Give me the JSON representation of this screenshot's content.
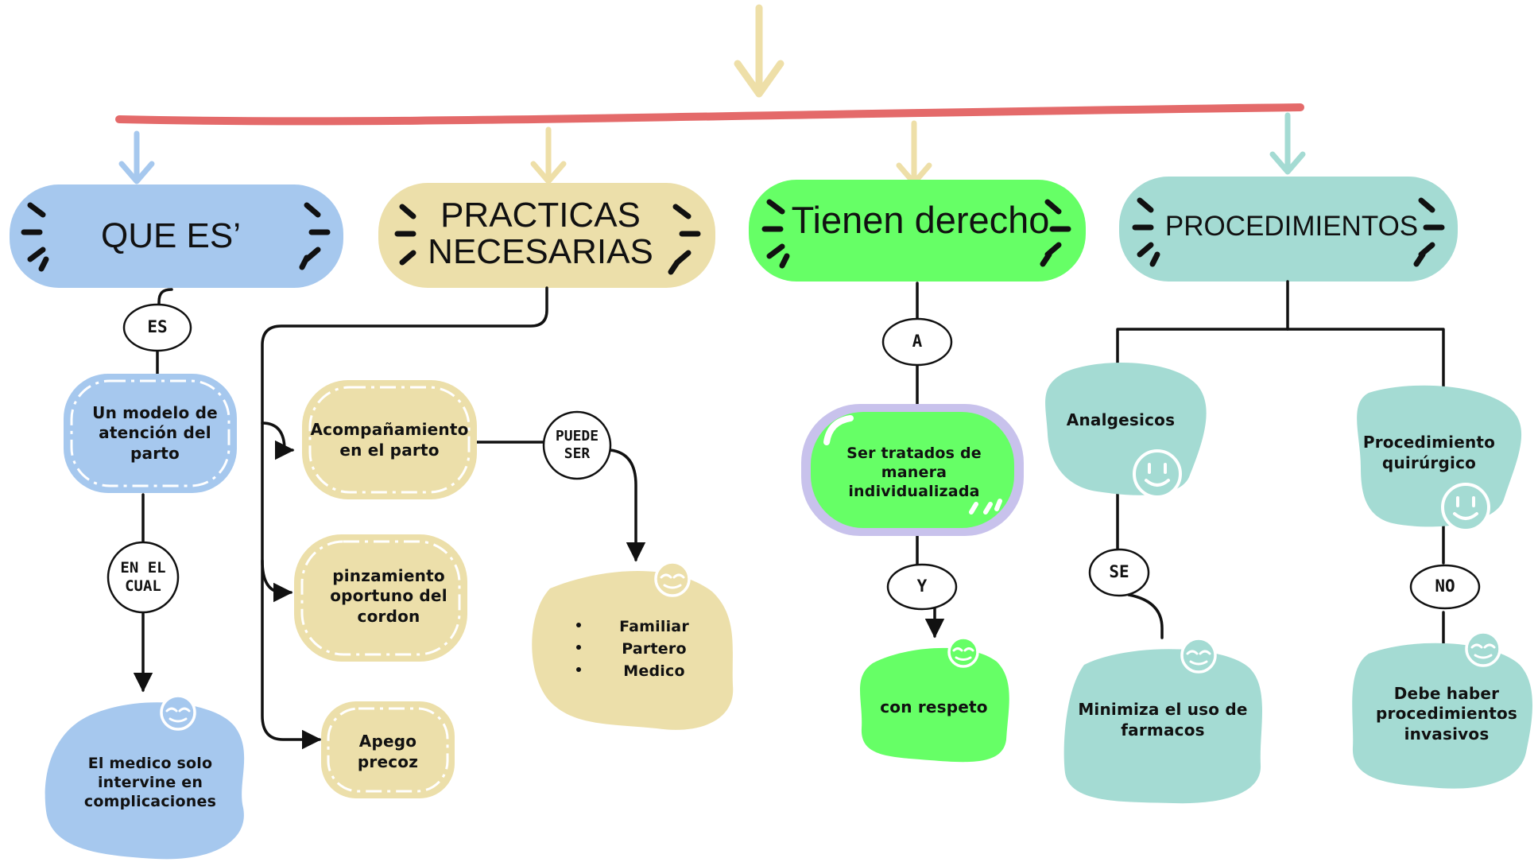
{
  "colors": {
    "red_bar": "#E46A6A",
    "blue": "#A6C8EE",
    "sand": "#ECDFAA",
    "green": "#66FF66",
    "teal": "#A4DBD3",
    "stroke": "#111111"
  },
  "headers": {
    "que_es": "QUE ES’",
    "practicas": "PRACTICAS NECESARIAS",
    "derecho": "Tienen derecho",
    "procedimientos": "PROCEDIMIENTOS"
  },
  "connectors": {
    "es": "ES",
    "en_el_cual": "EN EL CUAL",
    "puede_ser": "PUEDE SER",
    "a": "A",
    "y": "Y",
    "se": "SE",
    "no": "NO"
  },
  "nodes": {
    "modelo": "Un modelo de atención del parto",
    "medico": "El medico solo intervine en complicaciones",
    "acompanamiento": "Acompañamiento en el parto",
    "pinzamiento": "pinzamiento oportuno del cordon",
    "apego": "Apego precoz",
    "companions": [
      "Familiar",
      "Partero",
      "Medico"
    ],
    "tratados": "Ser tratados de manera individualizada",
    "respeto": "con respeto",
    "analgesicos": "Analgesicos",
    "minimiza": "Minimiza el uso de farmacos",
    "quirurgico": "Procedimiento quirúrgico",
    "invasivos": "Debe haber procedimientos invasivos"
  }
}
